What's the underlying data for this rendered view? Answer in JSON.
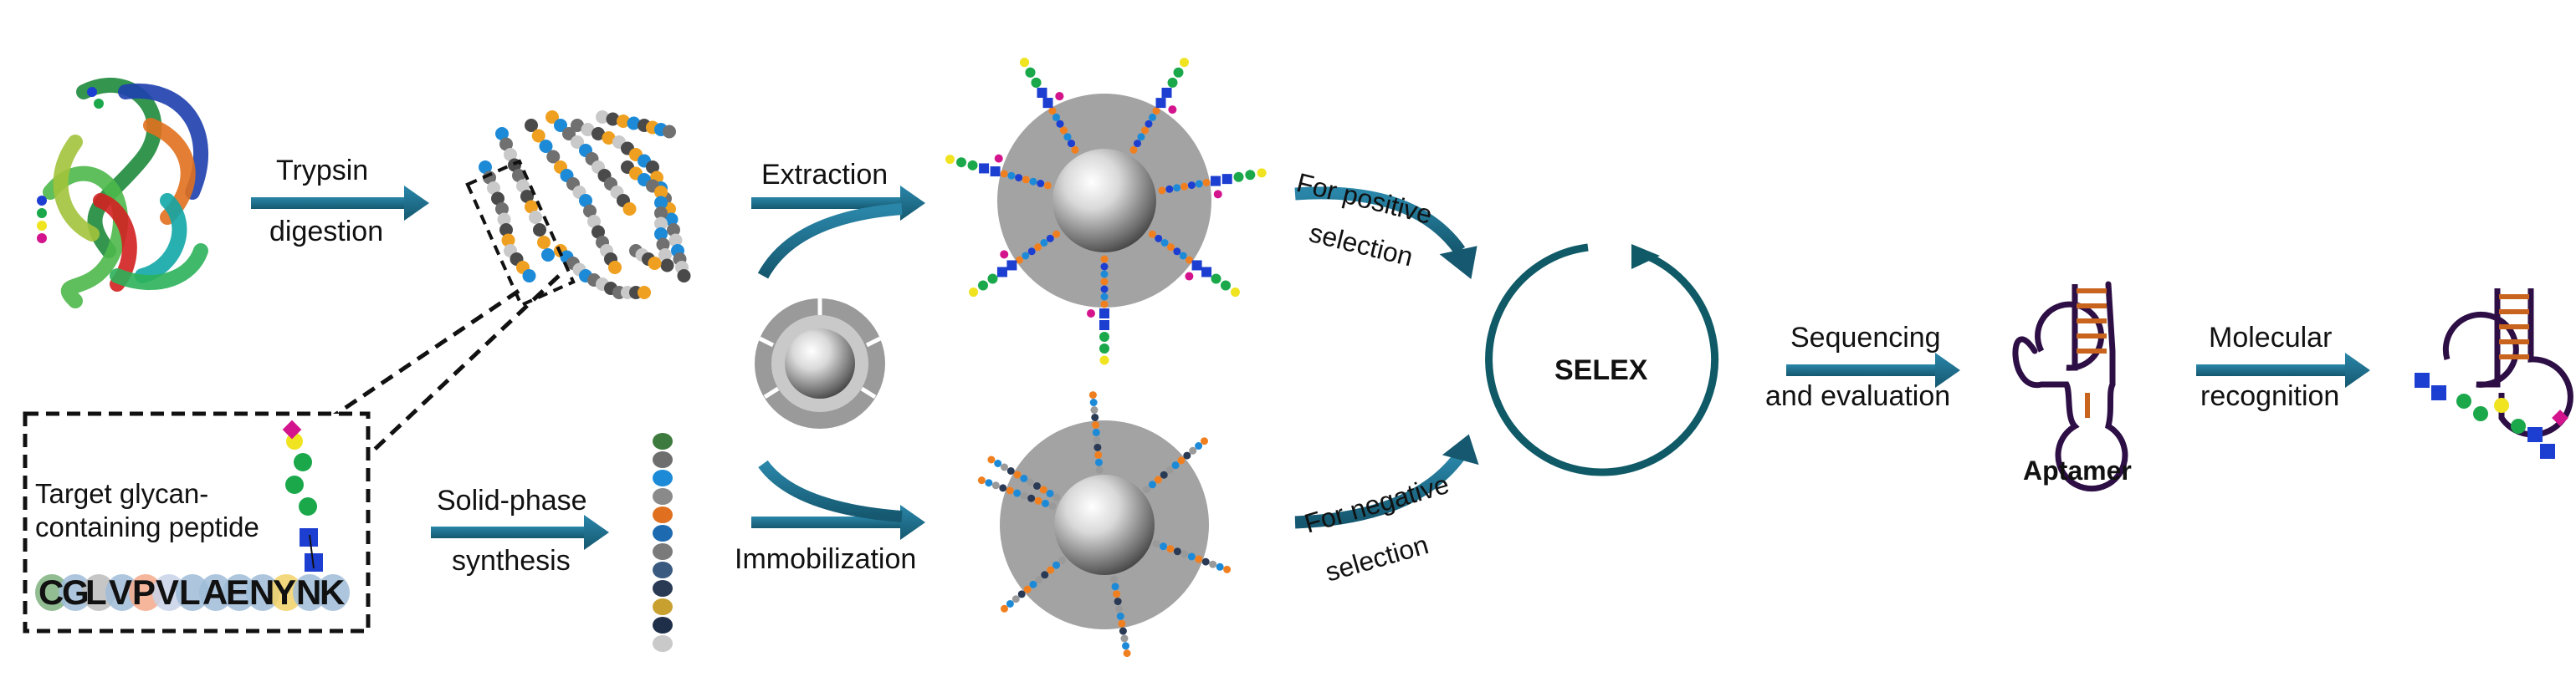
{
  "steps": {
    "digestion_top": "Trypsin",
    "digestion_bottom": "digestion",
    "synthesis_top": "Solid-phase",
    "synthesis_bottom": "synthesis",
    "extraction": "Extraction",
    "immobilization": "Immobilization",
    "positive_top": "For positive",
    "positive_bottom": "selection",
    "negative_top": "For negative",
    "negative_bottom": "selection",
    "selex": "SELEX",
    "sequencing_top": "Sequencing",
    "sequencing_bottom": "and evaluation",
    "aptamer": "Aptamer",
    "recognition_top": "Molecular",
    "recognition_bottom": "recognition"
  },
  "target": {
    "line1": "Target glycan-",
    "line2": "containing peptide",
    "sequence": [
      "C",
      "G",
      "L",
      "V",
      "P",
      "V",
      "L",
      "A",
      "E",
      "N",
      "Y",
      "N",
      "K"
    ],
    "residue_colors": [
      "#7fb27f",
      "#9fbcd8",
      "#bcbcbc",
      "#9fbcd8",
      "#f4a98a",
      "#c8d2e8",
      "#9fbcd8",
      "#9fbcd8",
      "#9fbcd8",
      "#9fbcd8",
      "#f2d166",
      "#9fbcd8",
      "#9fbcd8"
    ]
  },
  "colors": {
    "arrow": "#1f6e8e",
    "selex_ring": "#0f5a66",
    "aptamer": "#2d0f45",
    "stem": "#c8641e",
    "glycan_blue": "#1d3fd1",
    "glycan_green": "#1aa84b",
    "glycan_yellow": "#f0e320",
    "glycan_magenta": "#d4148c",
    "bead_shell": "#a8a8a8"
  }
}
